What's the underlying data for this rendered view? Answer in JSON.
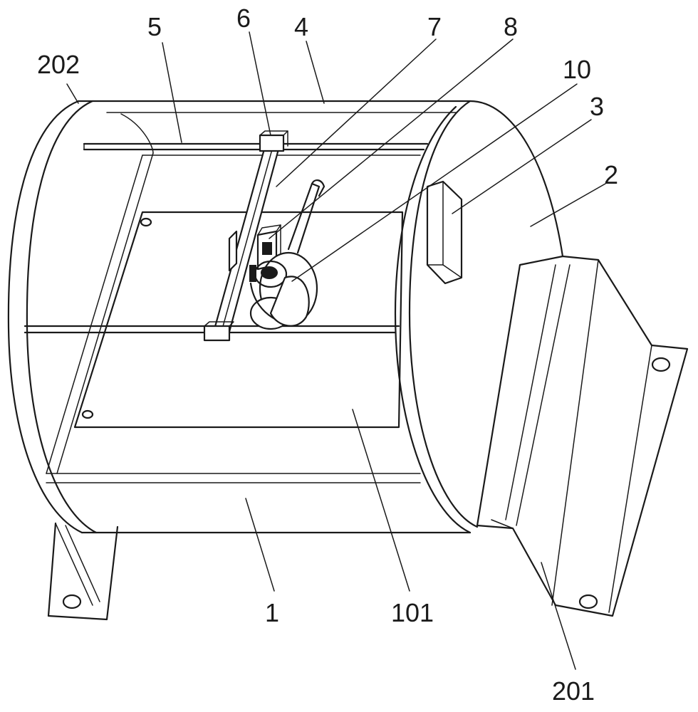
{
  "labels": {
    "l202": "202",
    "l5": "5",
    "l6": "6",
    "l4": "4",
    "l7": "7",
    "l8": "8",
    "l10": "10",
    "l3": "3",
    "l2": "2",
    "l1": "1",
    "l101": "101",
    "l201": "201"
  }
}
